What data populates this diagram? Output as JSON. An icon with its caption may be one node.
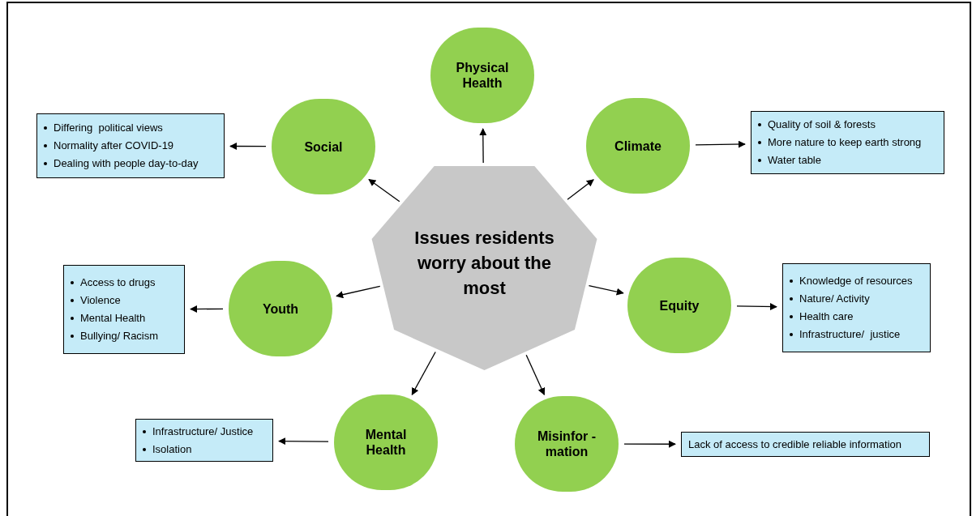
{
  "diagram": {
    "nodes": [
      {
        "text": [
          "Issues residents worry about the most"
        ]
      },
      {
        "text": [
          "Physical Health"
        ]
      },
      {
        "text": [
          "Social"
        ]
      },
      {
        "text": [
          "Climate"
        ]
      },
      {
        "text": [
          "Youth"
        ]
      },
      {
        "text": [
          "Equity"
        ]
      },
      {
        "text": [
          "Mental Health"
        ]
      },
      {
        "text": [
          "Misinfor -mation"
        ]
      },
      {
        "text": [
          "Differing  political views",
          "Normality after COVID-19",
          "Dealing with people day-to-day"
        ]
      },
      {
        "text": [
          "Quality of soil & forests",
          "More nature to keep earth strong",
          "Water table"
        ]
      },
      {
        "text": [
          "Access to drugs",
          "Violence",
          "Mental Health",
          "Bullying/ Racism"
        ]
      },
      {
        "text": [
          "Knowledge of resources",
          "Nature/ Activity",
          "Health care",
          "Infrastructure/  justice"
        ]
      },
      {
        "text": [
          "Infrastructure/ Justice",
          "Isolation"
        ]
      },
      {
        "text": [
          "Lack of access to credible reliable information"
        ]
      }
    ],
    "edges": [
      {
        "from": 0,
        "to": 1,
        "arrow": "to"
      },
      {
        "from": 0,
        "to": 2,
        "arrow": "to"
      },
      {
        "from": 0,
        "to": 3,
        "arrow": "to"
      },
      {
        "from": 0,
        "to": 4,
        "arrow": "to"
      },
      {
        "from": 0,
        "to": 5,
        "arrow": "to"
      },
      {
        "from": 0,
        "to": 6,
        "arrow": "to"
      },
      {
        "from": 0,
        "to": 7,
        "arrow": "to"
      },
      {
        "from": 2,
        "to": 8,
        "arrow": "to"
      },
      {
        "from": 3,
        "to": 9,
        "arrow": "to"
      },
      {
        "from": 4,
        "to": 10,
        "arrow": "to"
      },
      {
        "from": 5,
        "to": 11,
        "arrow": "to"
      },
      {
        "from": 6,
        "to": 12,
        "arrow": "to"
      },
      {
        "from": 7,
        "to": 13,
        "arrow": "to"
      }
    ]
  }
}
